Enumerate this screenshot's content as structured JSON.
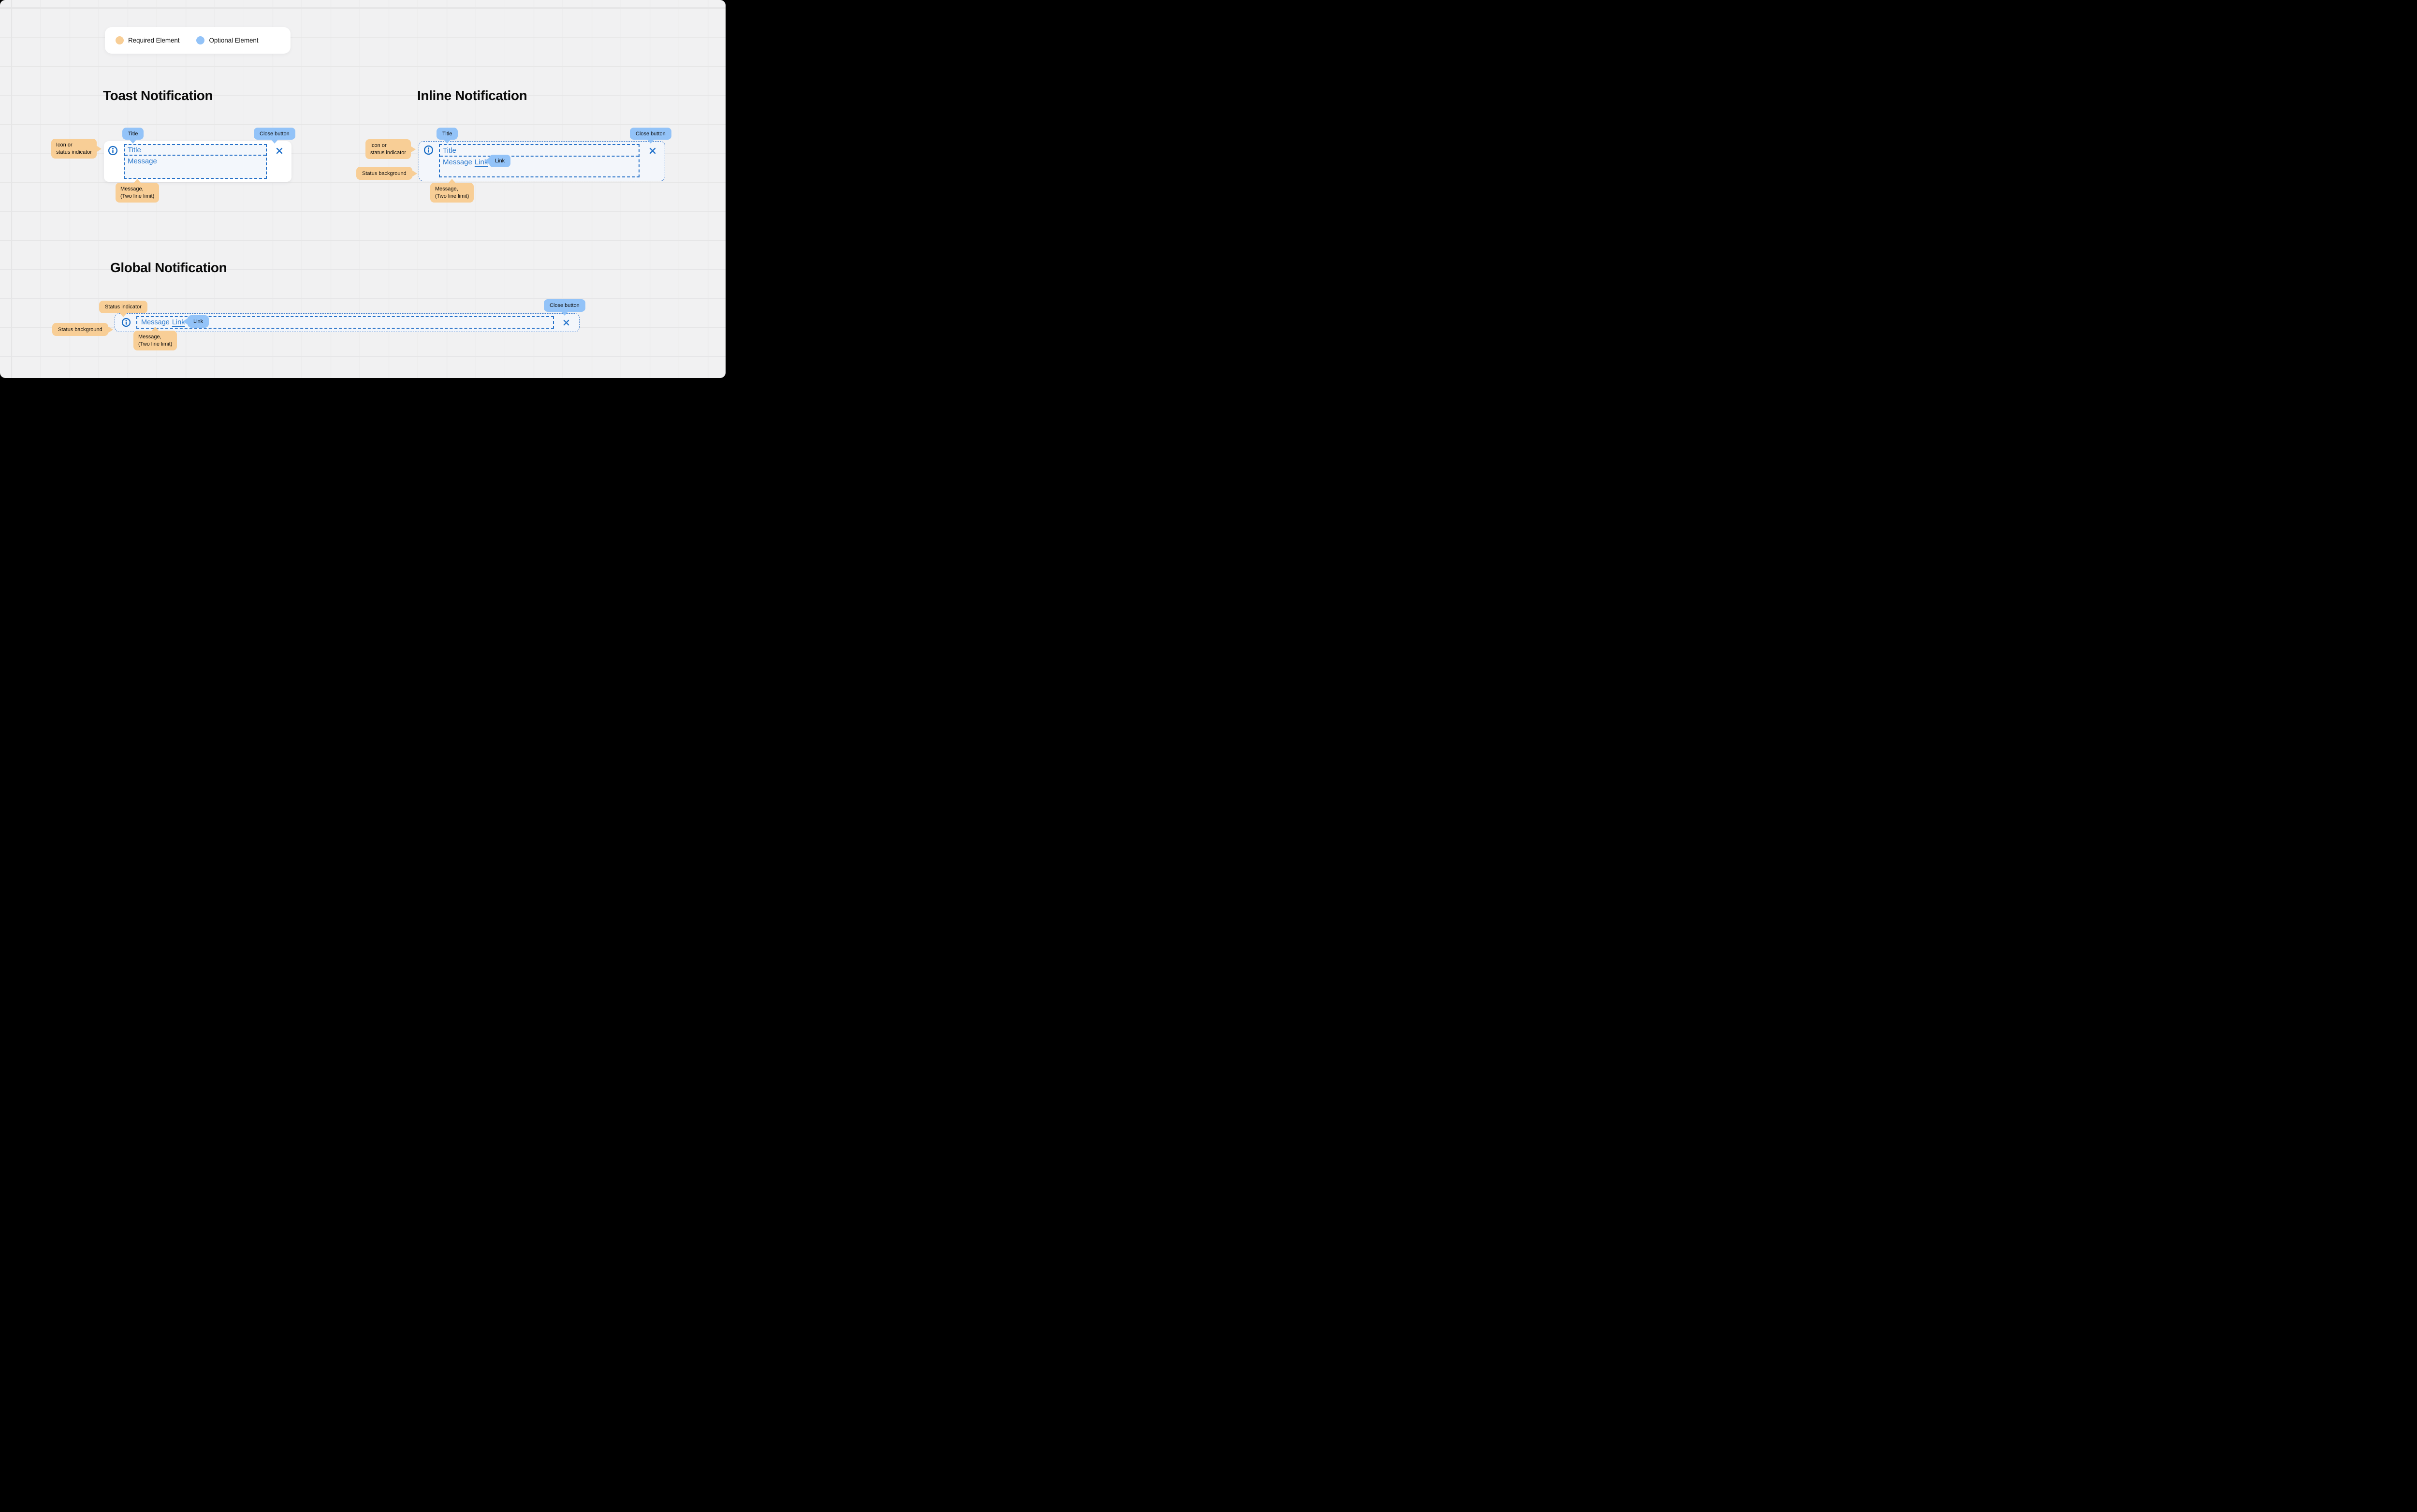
{
  "colors": {
    "required": "#F8CE96",
    "optional": "#93C3F8",
    "accent_blue": "#1C6FC7",
    "dash_blue": "#2470C8",
    "panel_fill": "#F3F6FB",
    "card_bg": "#FFFFFF",
    "canvas_bg": "#F1F1F2",
    "grid_line": "#E5E5E6",
    "component_text": "#2B79CE"
  },
  "legend": {
    "required_label": "Required Element",
    "optional_label": "Optional Element"
  },
  "toast": {
    "heading": "Toast Notification",
    "component": {
      "title": "Title",
      "message": "Message"
    },
    "callouts": {
      "title": "Title",
      "close": "Close button",
      "icon_line1": "Icon or",
      "icon_line2": "status indicator",
      "message_line1": "Message,",
      "message_line2": "(Two line limit)"
    }
  },
  "inline": {
    "heading": "Inline Notification",
    "component": {
      "title": "Title",
      "message": "Message",
      "link": "Link"
    },
    "callouts": {
      "title": "Title",
      "close": "Close button",
      "icon_line1": "Icon or",
      "icon_line2": "status indicator",
      "status_background": "Status background",
      "link": "Link",
      "message_line1": "Message,",
      "message_line2": "(Two line limit)"
    }
  },
  "global": {
    "heading": "Global Notification",
    "component": {
      "message": "Message",
      "link": "Link"
    },
    "callouts": {
      "status_indicator": "Status indicator",
      "status_background": "Status background",
      "link": "Link",
      "close": "Close button",
      "message_line1": "Message,",
      "message_line2": "(Two line limit)"
    }
  }
}
